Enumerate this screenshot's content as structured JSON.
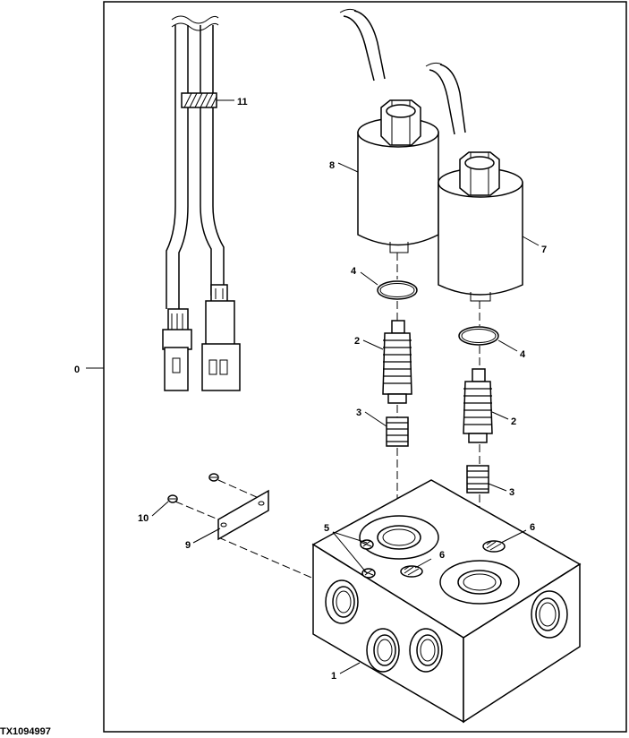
{
  "figure_id": "TX1094997",
  "callouts": {
    "c0": "0",
    "c1": "1",
    "c2a": "2",
    "c2b": "2",
    "c3a": "3",
    "c3b": "3",
    "c4a": "4",
    "c4b": "4",
    "c5": "5",
    "c6a": "6",
    "c6b": "6",
    "c7": "7",
    "c8": "8",
    "c9": "9",
    "c10": "10",
    "c11": "11"
  }
}
